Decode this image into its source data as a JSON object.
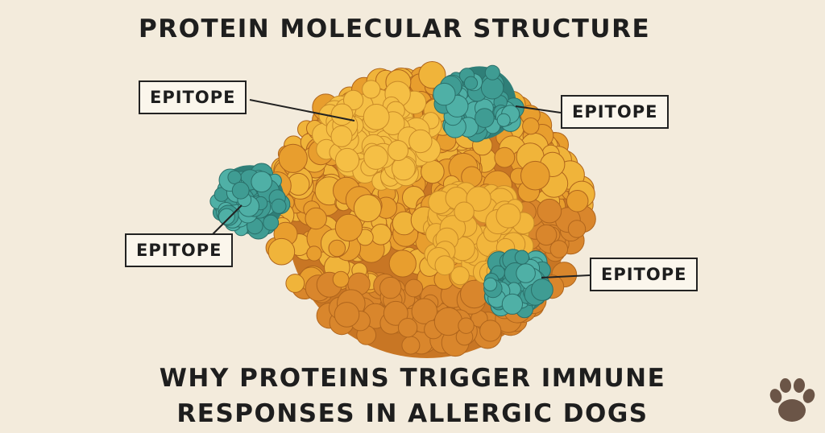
{
  "title": "PROTEIN MOLECULAR STRUCTURE",
  "subtitle_line1": "WHY PROTEINS TRIGGER IMMUNE",
  "subtitle_line2": "RESPONSES IN ALLERGIC DOGS",
  "epitope_labels": [
    "EPITOPE",
    "EPITOPE",
    "EPITOPE",
    "EPITOPE"
  ],
  "colors": {
    "background": "#f3ebdc",
    "protein_dark": "#d9862c",
    "protein_mid": "#e89e2e",
    "protein_light": "#f0b43a",
    "epitope": "#3f9c93",
    "paw": "#6b5547"
  },
  "icons": [
    "paw-icon"
  ]
}
